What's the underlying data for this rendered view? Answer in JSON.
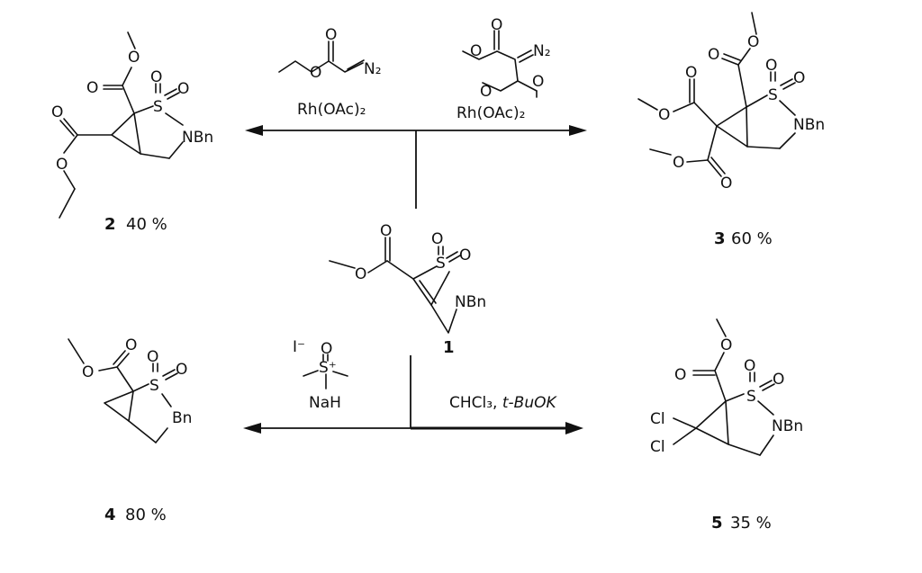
{
  "compounds": {
    "c1": {
      "number": "1",
      "yield": ""
    },
    "c2": {
      "number": "2",
      "yield": "40 %"
    },
    "c3": {
      "number": "3",
      "yield": "60 %"
    },
    "c4": {
      "number": "4",
      "yield": "80 %"
    },
    "c5": {
      "number": "5",
      "yield": "35 %"
    }
  },
  "atoms": {
    "O": "O",
    "S": "S",
    "NBn": "NBn",
    "Bn": "Bn",
    "Cl": "Cl",
    "N2": "N₂",
    "I": "I⁻",
    "Splus": "S⁺"
  },
  "conditions": {
    "top_left_catalyst": "Rh(OAc)₂",
    "top_right_catalyst": "Rh(OAc)₂",
    "bottom_left_base": "NaH",
    "bottom_right_text": "CHCl₃, ",
    "bottom_right_base": "t-BuOK"
  }
}
